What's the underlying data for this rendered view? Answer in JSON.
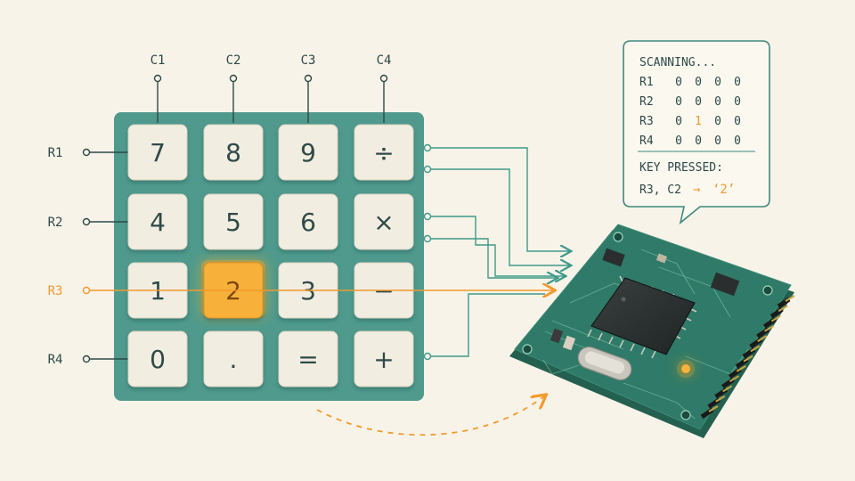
{
  "columns": [
    "C1",
    "C2",
    "C3",
    "C4"
  ],
  "rows": [
    "R1",
    "R2",
    "R3",
    "R4"
  ],
  "keys": [
    [
      "7",
      "8",
      "9",
      "÷"
    ],
    [
      "4",
      "5",
      "6",
      "×"
    ],
    [
      "1",
      "2",
      "3",
      "−"
    ],
    [
      "0",
      ".",
      "=",
      "+"
    ]
  ],
  "active": {
    "row": 3,
    "col": 2
  },
  "scan_panel": {
    "title": "SCANNING...",
    "matrix": [
      {
        "label": "R1",
        "values": [
          "0",
          "0",
          "0",
          "0"
        ]
      },
      {
        "label": "R2",
        "values": [
          "0",
          "0",
          "0",
          "0"
        ]
      },
      {
        "label": "R3",
        "values": [
          "0",
          "1",
          "0",
          "0"
        ]
      },
      {
        "label": "R4",
        "values": [
          "0",
          "0",
          "0",
          "0"
        ]
      }
    ],
    "key_pressed_label": "KEY PRESSED:",
    "result_prefix": "R3, C2",
    "result_arrow": "→",
    "result_value": "‘2’"
  },
  "colors": {
    "background": "#f8f3e8",
    "keypad": "#4f9a8d",
    "key": "#f2ede1",
    "highlight": "#f5a623",
    "wire": "#3e9a8a",
    "pcb": "#2f7a68",
    "text": "#2c4a48"
  }
}
